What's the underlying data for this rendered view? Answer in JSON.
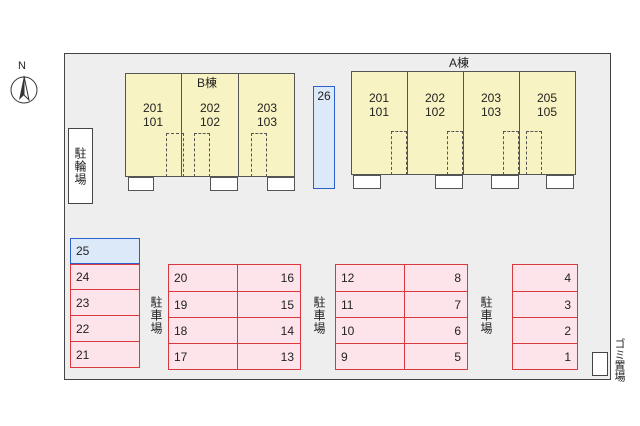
{
  "north_label": "N",
  "bike_parking_label": "駐輪場",
  "trash_label": "ゴミ置場",
  "building_b": {
    "title": "B棟",
    "units": [
      {
        "upper": "201",
        "lower": "101"
      },
      {
        "upper": "202",
        "lower": "102"
      },
      {
        "upper": "203",
        "lower": "103"
      }
    ]
  },
  "building_a": {
    "title": "A棟",
    "units": [
      {
        "upper": "201",
        "lower": "101"
      },
      {
        "upper": "202",
        "lower": "102"
      },
      {
        "upper": "203",
        "lower": "103"
      },
      {
        "upper": "205",
        "lower": "105"
      }
    ]
  },
  "parking": {
    "lot_label": "駐車場",
    "spot_26": "26",
    "spot_25": "25",
    "col_left": [
      "24",
      "23",
      "22",
      "21"
    ],
    "col_b_left": [
      "20",
      "19",
      "18",
      "17"
    ],
    "col_b_right": [
      "16",
      "15",
      "14",
      "13"
    ],
    "col_c_left": [
      "12",
      "11",
      "10",
      "9"
    ],
    "col_c_right": [
      "8",
      "7",
      "6",
      "5"
    ],
    "col_right": [
      "4",
      "3",
      "2",
      "1"
    ]
  },
  "colors": {
    "building_fill": "#f8f3c2",
    "spot_red": "#d8383e",
    "spot_red_fill": "#fde4ea",
    "spot_blue": "#2b5fc9",
    "spot_blue_fill": "#dce9f9"
  }
}
